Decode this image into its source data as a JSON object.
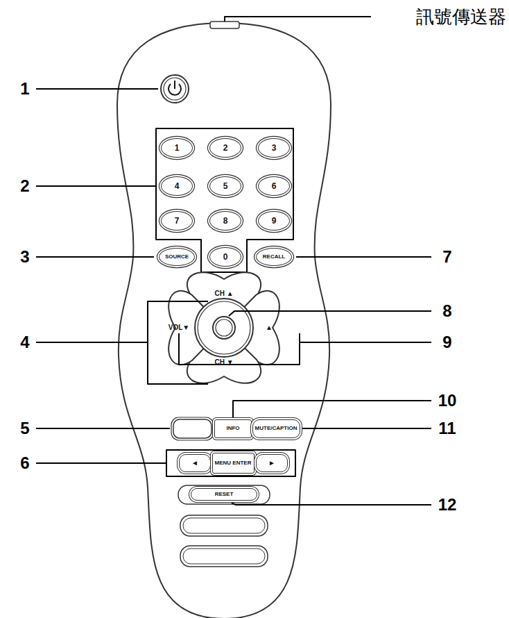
{
  "diagram": {
    "nodes": [
      {
        "text": [
          "1"
        ]
      },
      {
        "text": [
          "2"
        ]
      },
      {
        "text": [
          "3"
        ]
      },
      {
        "text": [
          "4"
        ]
      },
      {
        "text": [
          "5"
        ]
      },
      {
        "text": [
          "6"
        ]
      },
      {
        "text": [
          "7"
        ]
      },
      {
        "text": [
          "8"
        ]
      },
      {
        "text": [
          "9"
        ]
      },
      {
        "text": [
          "SOURCE"
        ]
      },
      {
        "text": [
          "0"
        ]
      },
      {
        "text": [
          "RECALL"
        ]
      },
      {
        "text": [
          "CH ▲"
        ]
      },
      {
        "text": [
          "VOL▼"
        ]
      },
      {
        "text": [
          "▲"
        ]
      },
      {
        "text": [
          "CH ▼"
        ]
      },
      {
        "text": [
          "INFO"
        ]
      },
      {
        "text": [
          "MUTE/CAPTION"
        ]
      },
      {
        "text": [
          "◄"
        ]
      },
      {
        "text": [
          "MENU ENTER"
        ]
      },
      {
        "text": [
          "►"
        ]
      },
      {
        "text": [
          "RESET"
        ]
      }
    ],
    "labels": [
      "訊號傳送器",
      "1",
      "2",
      "3",
      "4",
      "5",
      "6",
      "7",
      "8",
      "9",
      "10",
      "11",
      "12"
    ]
  }
}
